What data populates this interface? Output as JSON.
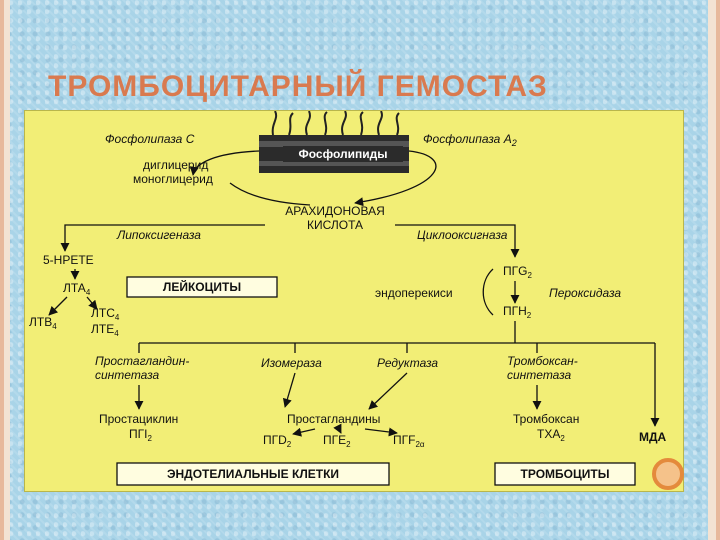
{
  "slide": {
    "title": "ТРОМБОЦИТАРНЫЙ ГЕМОСТАЗ"
  },
  "diagram": {
    "phospholipase_c": "Фосфолипаза С",
    "phospholipase_a2": "Фосфолипаза А",
    "phospholipase_a2_sub": "2",
    "phospholipids": "Фосфолипиды",
    "diglyceride": "диглицерид",
    "monoglyceride": "моноглицерид",
    "arachidonic_line1": "АРАХИДОНОВАЯ",
    "arachidonic_line2": "КИСЛОТА",
    "lipoxygenase": "Липоксигеназа",
    "cyclooxygenase": "Циклооксигназа",
    "hpete": "5-НРЕТЕ",
    "lta": "ЛТА",
    "lta_sub": "4",
    "leukocytes": "ЛЕЙКОЦИТЫ",
    "ltb": "ЛТВ",
    "ltb_sub": "4",
    "ltc": "ЛТС",
    "ltc_sub": "4",
    "lte": "ЛТЕ",
    "lte_sub": "4",
    "pgg": "ПГG",
    "pgg_sub": "2",
    "endoperoxides": "эндоперекиси",
    "peroxidase": "Пероксидаза",
    "pgh": "ПГН",
    "pgh_sub": "2",
    "pg_synthetase_line1": "Простагландин-",
    "pg_synthetase_line2": "синтетаза",
    "isomerase": "Изомераза",
    "reductase": "Редуктаза",
    "tx_synthetase_line1": "Тромбоксан-",
    "tx_synthetase_line2": "синтетаза",
    "prostacyclin": "Простациклин",
    "pgi": "ПГI",
    "pgi_sub": "2",
    "prostaglandins": "Простагландины",
    "pgd": "ПГD",
    "pgd_sub": "2",
    "pge": "ПГЕ",
    "pge_sub": "2",
    "pgf": "ПГF",
    "pgf_sub": "2α",
    "thromboxane": "Тромбоксан",
    "txa": "ТХА",
    "txa_sub": "2",
    "mda": "МДА",
    "endothelial": "ЭНДОТЕЛИАЛЬНЫЕ КЛЕТКИ",
    "platelets": "ТРОМБОЦИТЫ"
  },
  "colors": {
    "title": "#d97a4f",
    "panel": "#f2ee76",
    "background": "#a9d4e8"
  }
}
